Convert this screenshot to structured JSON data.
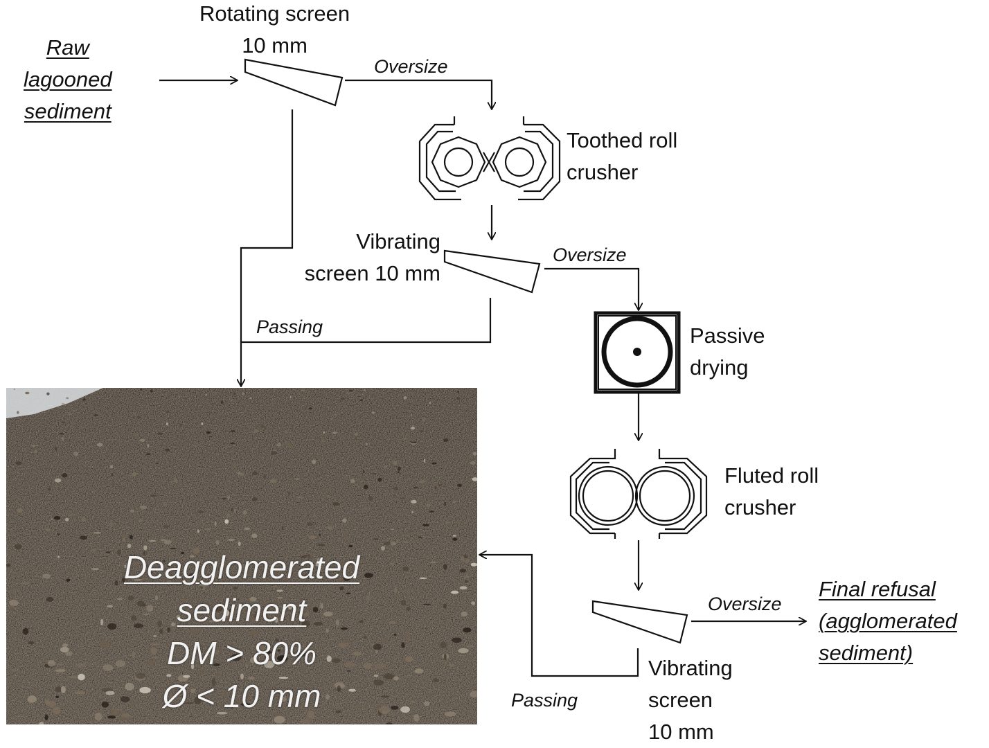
{
  "labels": {
    "raw_sediment": [
      "Raw",
      "lagooned",
      "sediment"
    ],
    "rotating_screen": [
      "Rotating screen",
      "10 mm"
    ],
    "toothed_roll_crusher": [
      "Toothed roll",
      "crusher"
    ],
    "vibrating_screen_1": [
      "Vibrating",
      "screen 10 mm"
    ],
    "passive_drying": [
      "Passive",
      "drying"
    ],
    "fluted_roll_crusher": [
      "Fluted roll",
      "crusher"
    ],
    "vibrating_screen_2": [
      "Vibrating",
      "screen",
      "10 mm"
    ],
    "final_refusal": [
      "Final refusal",
      "(agglomerated",
      "sediment)"
    ]
  },
  "flow_labels": {
    "oversize_1": "Oversize",
    "oversize_2": "Oversize",
    "oversize_3": "Oversize",
    "passing_1": "Passing",
    "passing_2": "Passing"
  },
  "product": {
    "name": [
      "Deagglomerated",
      "sediment"
    ],
    "dm": "DM > 80%",
    "diameter": "Ø < 10 mm"
  },
  "colors": {
    "line": "#111111",
    "photo_text": "#f2f2f2",
    "soil_dark": "#3a3128",
    "soil_mid": "#5a4d40"
  }
}
